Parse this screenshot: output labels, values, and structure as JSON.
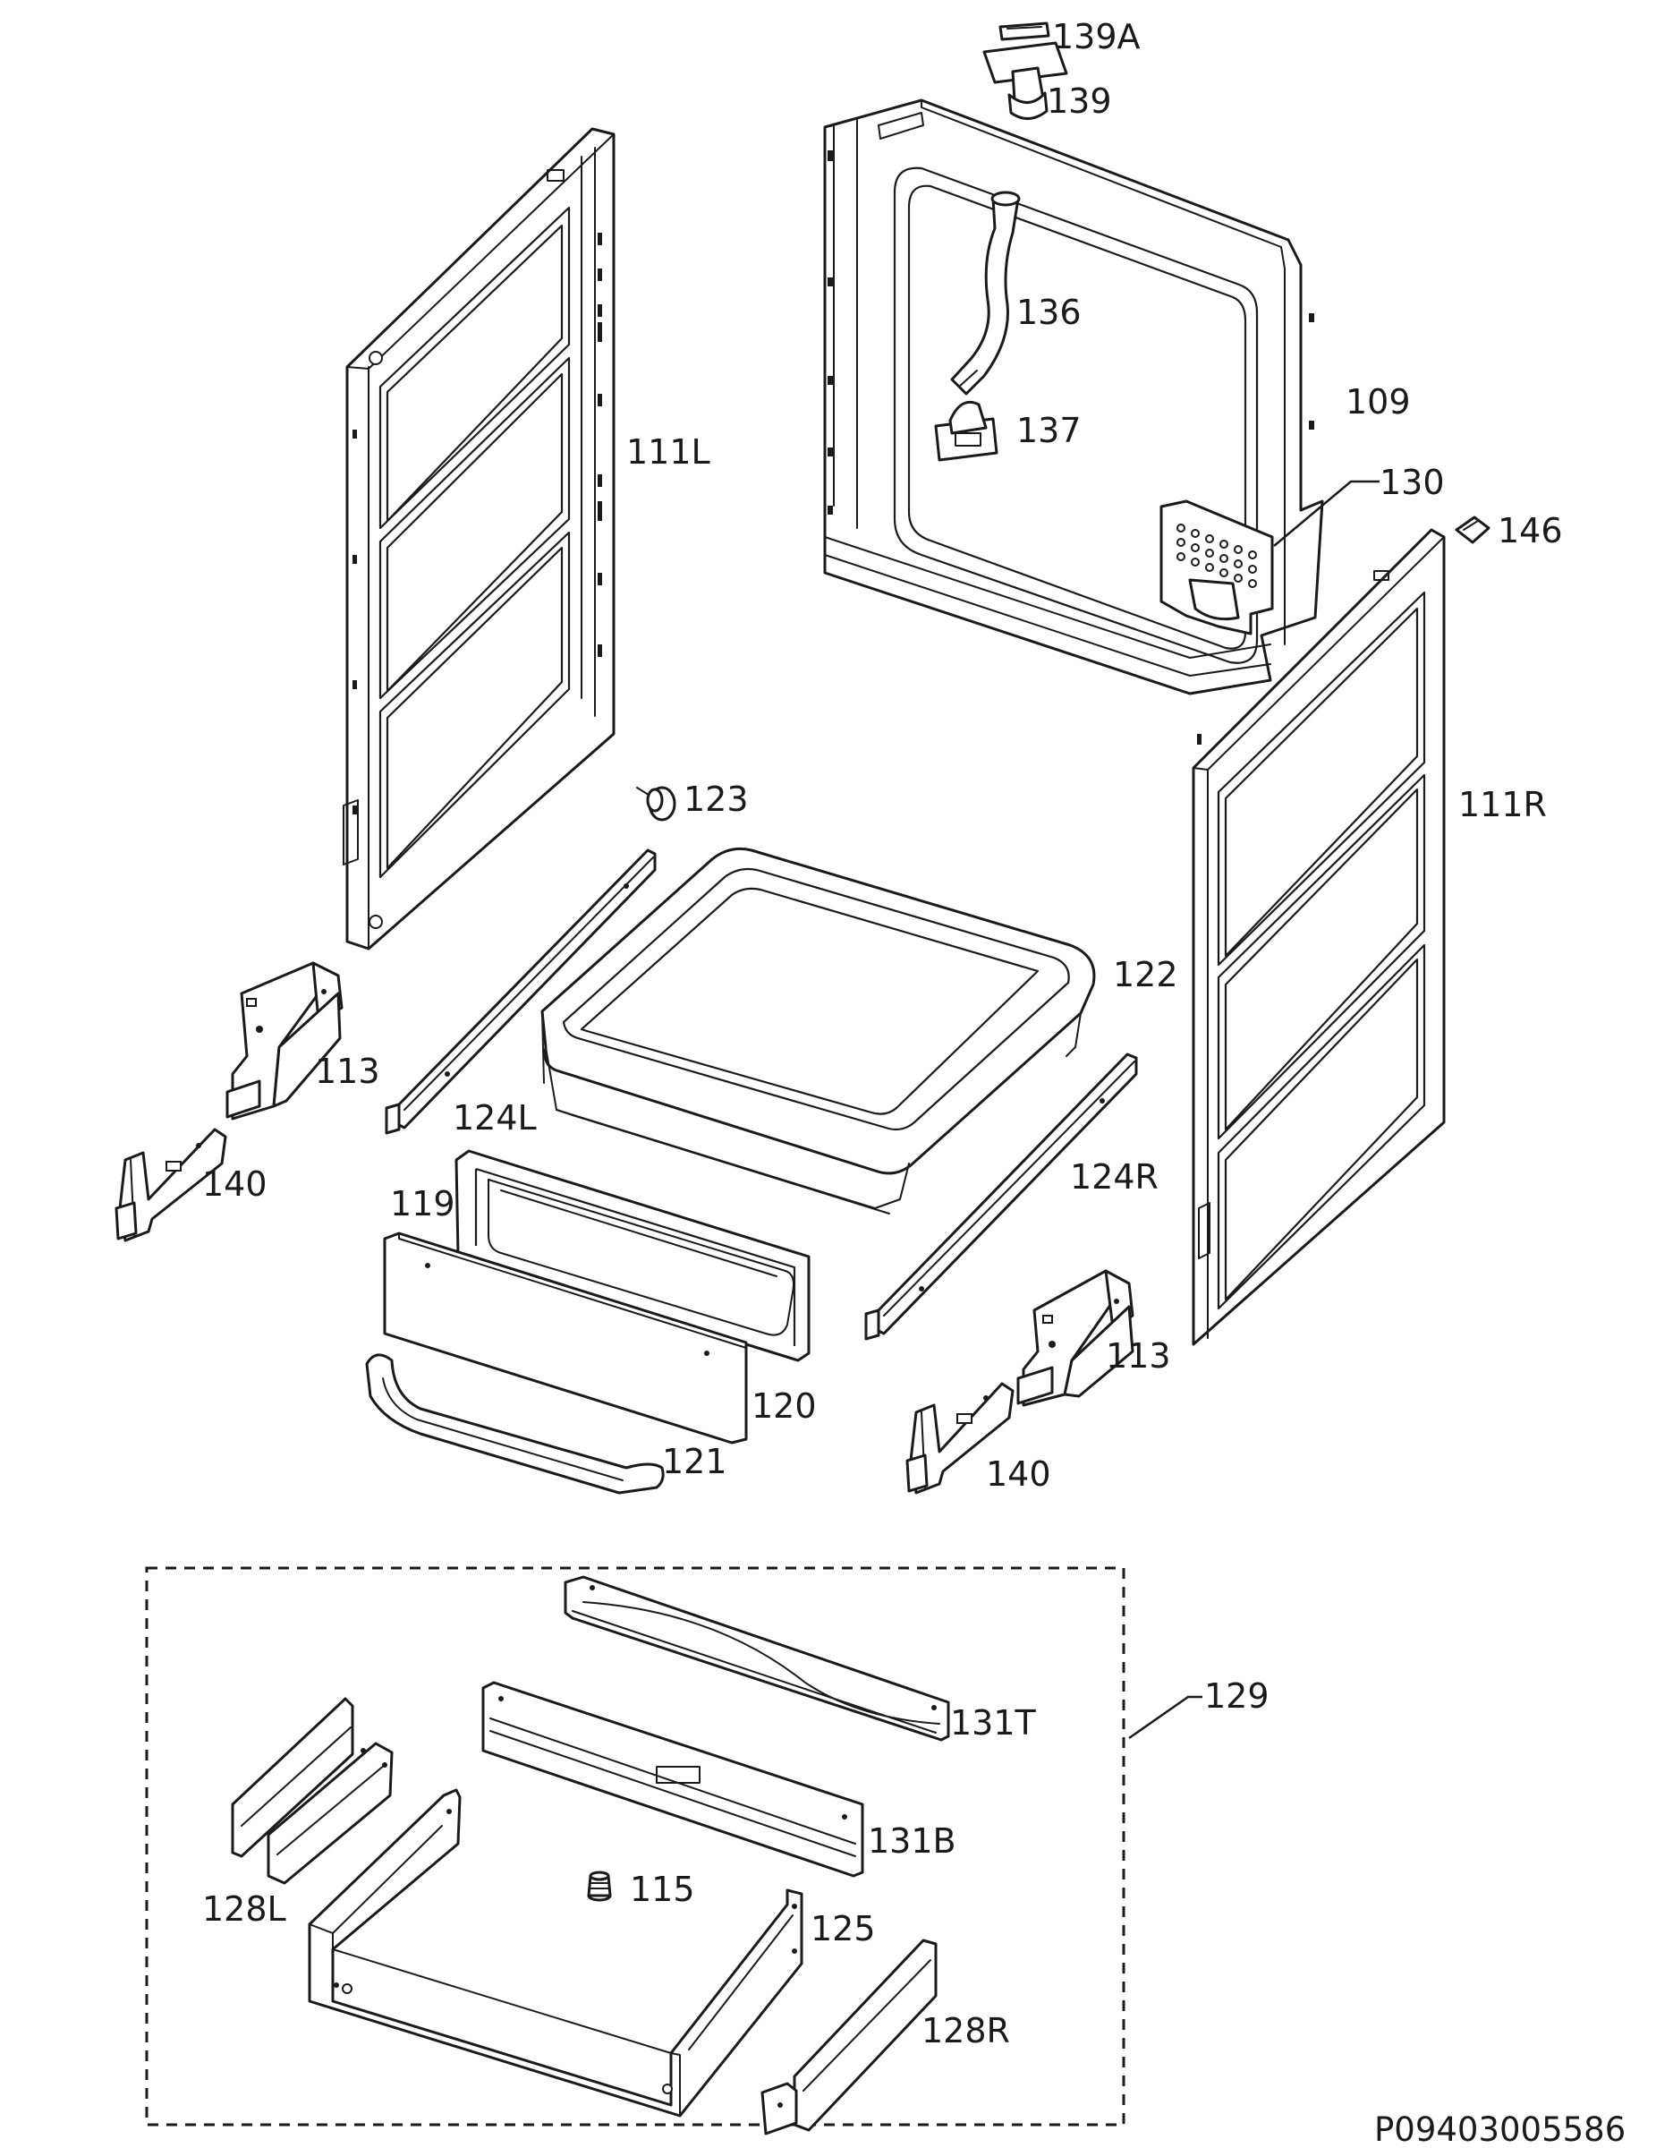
{
  "diagram": {
    "reference_code": "P09403005586",
    "kit_group_label": "129",
    "labels": {
      "l139A": "139A",
      "l139": "139",
      "l136": "136",
      "l109": "109",
      "l137": "137",
      "l130": "130",
      "l146": "146",
      "l111L": "111L",
      "l111R": "111R",
      "l123": "123",
      "l122": "122",
      "l113a": "113",
      "l124L": "124L",
      "l124R": "124R",
      "l140a": "140",
      "l119": "119",
      "l120": "120",
      "l121": "121",
      "l113b": "113",
      "l140b": "140",
      "l131T": "131T",
      "l131B": "131B",
      "l128L": "128L",
      "l115": "115",
      "l125": "125",
      "l128R": "128R"
    }
  }
}
